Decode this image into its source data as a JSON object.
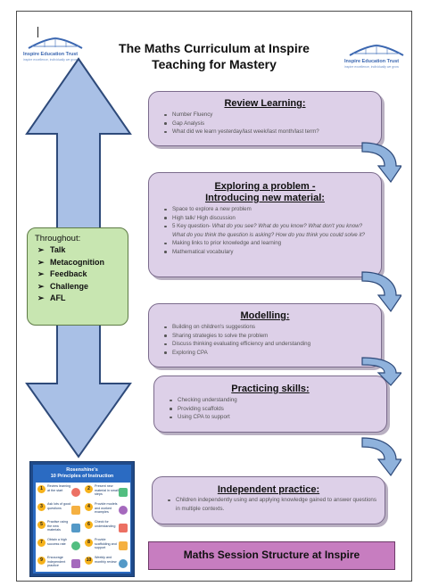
{
  "header": {
    "title_line1": "The Maths Curriculum at Inspire",
    "title_line2": "Teaching for Mastery"
  },
  "logo": {
    "name": "Inspire Education Trust",
    "tagline": "inspire excellence, individually we grow",
    "color": "#3a66b0"
  },
  "throughout": {
    "title": "Throughout:",
    "items": [
      "Talk",
      "Metacognition",
      "Feedback",
      "Challenge",
      "AFL"
    ],
    "bullet_glyph": "➢"
  },
  "steps": [
    {
      "title": "Review Learning:",
      "bullets": [
        "Number Fluency",
        "Gap Analysis",
        "What did we learn yesterday/last week/last month/last term?"
      ]
    },
    {
      "title_line1": "Exploring a problem -",
      "title_line2": "Introducing new material:",
      "bullets": [
        "Space to explore a new problem",
        "High talk/ High discussion",
        "5 Key question- ",
        "Making links to prior knowledge and learning",
        "Mathematical vocabulary"
      ],
      "key_questions": "What do you see? What do you know? What don't you know? What do you think the question is asking? How do you think you could solve it?"
    },
    {
      "title": "Modelling:",
      "bullets": [
        "Building on children's suggestions",
        "Sharing strategies to solve the problem",
        "Discuss thinking evaluating efficiency and understanding",
        "Exploring CPA"
      ]
    },
    {
      "title": "Practicing skills:",
      "bullets": [
        "Checking understanding",
        "Providing scaffolds",
        "Using CPA to support"
      ]
    },
    {
      "title": "Independent practice:",
      "bullets": [
        "Children independently using and applying knowledge gained to answer questions in multiple contexts."
      ]
    }
  ],
  "session": {
    "label": "Maths Session Structure at Inspire"
  },
  "poster": {
    "title_line1": "Rosenshine's",
    "title_line2": "10 Principles of Instruction",
    "cells": [
      {
        "num": "1",
        "text": "Review learning at the start"
      },
      {
        "num": "2",
        "text": "Present new material in small steps"
      },
      {
        "num": "3",
        "text": "Ask lots of good questions"
      },
      {
        "num": "4",
        "text": "Provide models and worked examples"
      },
      {
        "num": "5",
        "text": "Practise using the new materials"
      },
      {
        "num": "6",
        "text": "Check for understanding"
      },
      {
        "num": "7",
        "text": "Obtain a high success rate"
      },
      {
        "num": "8",
        "text": "Provide scaffolding and support"
      },
      {
        "num": "9",
        "text": "Encourage independent practice"
      },
      {
        "num": "10",
        "text": "Weekly and monthly review"
      }
    ]
  },
  "colors": {
    "arrow_fill": "#a9c0e6",
    "arrow_stroke": "#2e4a7a",
    "step_fill": "#ddd0e8",
    "throughout_fill": "#c8e6b1",
    "session_fill": "#c77dc0",
    "connector_fill": "#8fb2dc"
  }
}
